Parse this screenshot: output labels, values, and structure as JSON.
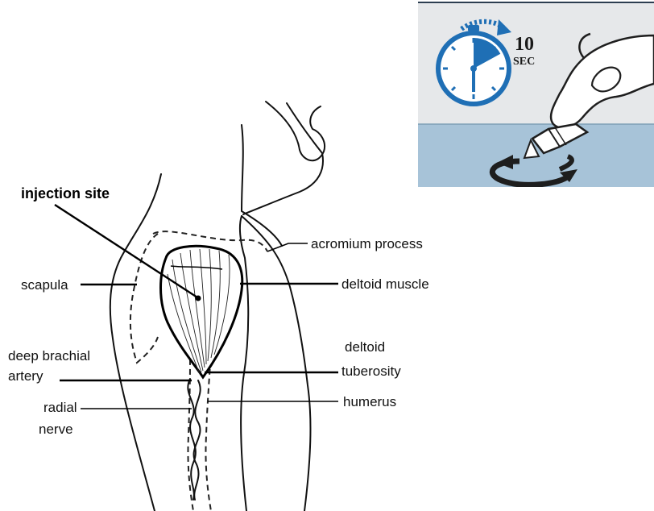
{
  "labels": {
    "injection_site": "injection site",
    "acromium_process": "acromium process",
    "scapula": "scapula",
    "deltoid_muscle": "deltoid muscle",
    "deep_brachial_line1": "deep brachial",
    "deep_brachial_line2": "artery",
    "deltoid_tuberosity_line1": "deltoid",
    "deltoid_tuberosity_line2": "tuberosity",
    "radial_nerve_line1": "radial",
    "radial_nerve_line2": "nerve",
    "humerus": "humerus"
  },
  "timer": {
    "value": "10",
    "unit": "SEC",
    "elapsed_fraction": 0.17
  },
  "colors": {
    "timer_blue": "#1f6fb5",
    "panel_top": "#e6e8ea",
    "panel_bottom": "#a7c3d8",
    "arrow": "#1e1e1e"
  }
}
